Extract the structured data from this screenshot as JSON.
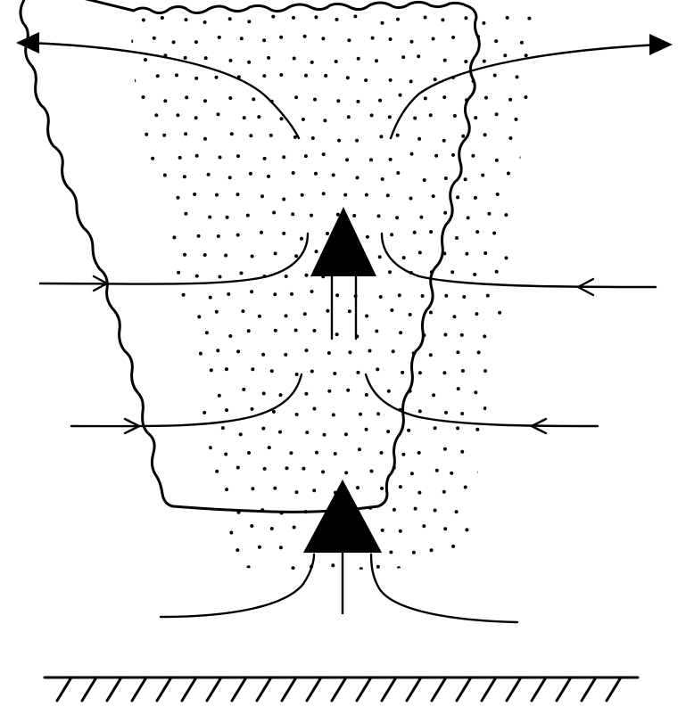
{
  "diagram": {
    "colors": {
      "background": "#ffffff",
      "ink": "#000000"
    },
    "elements": [
      "cloud-outline",
      "stippled-interior",
      "upper-updraft-arrow",
      "lower-updraft-arrow",
      "outflow-arrows",
      "inflow-arrows",
      "ground-hatching"
    ]
  }
}
